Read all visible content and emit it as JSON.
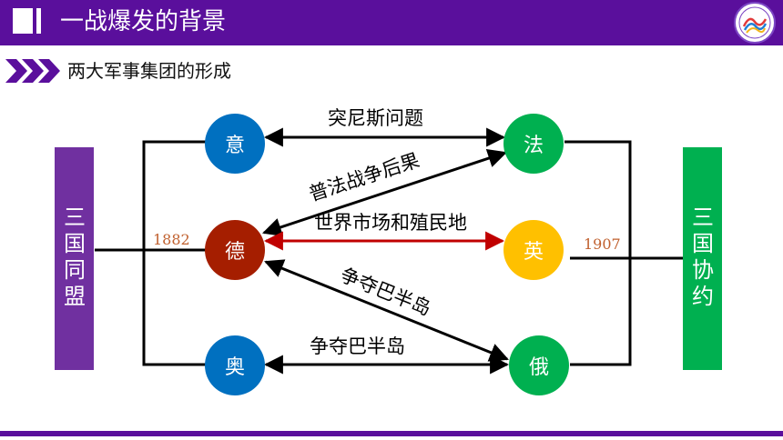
{
  "header": {
    "title": "一战爆发的背景"
  },
  "subtitle": "两大军事集团的形成",
  "alliances": {
    "triple_alliance": "三国同盟",
    "triple_entente": "三国协约",
    "triple_alliance_year": "1882",
    "triple_entente_year": "1907"
  },
  "nodes": {
    "italy": "意",
    "germany": "德",
    "austria": "奥",
    "france": "法",
    "britain": "英",
    "russia": "俄"
  },
  "relations": {
    "italy_france": "突尼斯问题",
    "germany_france": "普法战争后果",
    "germany_britain": "世界市场和殖民地",
    "germany_russia": "争夺巴半岛",
    "austria_russia": "争夺巴半岛"
  },
  "colors": {
    "header": "#5a0f9c",
    "alliance_box": "#7030a0",
    "entente_box": "#00b050",
    "italy": "#0070c0",
    "germany": "#a51e00",
    "austria": "#0070c0",
    "france": "#00b050",
    "britain": "#ffc000",
    "russia": "#00b050",
    "red_arrow": "#c00000"
  }
}
